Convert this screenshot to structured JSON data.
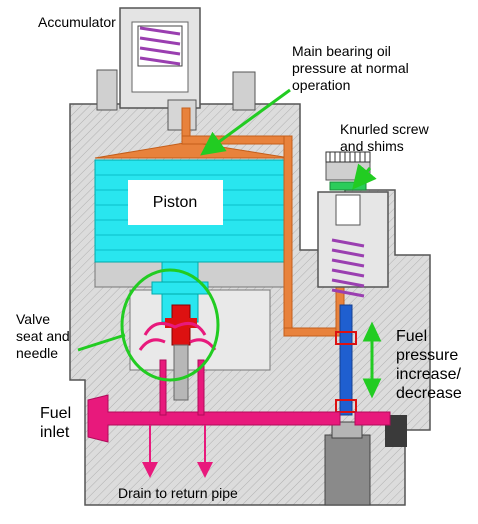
{
  "labels": {
    "accumulator": "Accumulator",
    "main_bearing": "Main bearing oil\npressure at normal\noperation",
    "knurled": "Knurled screw\nand shims",
    "piston": "Piston",
    "valve_seat": "Valve\nseat and\nneedle",
    "fuel_pressure": "Fuel\npressure\nincrease/\ndecrease",
    "fuel_inlet": "Fuel\ninlet",
    "drain": "Drain to return pipe"
  },
  "colors": {
    "oil": "#e8823c",
    "piston": "#29e6ef",
    "fuel": "#e8197c",
    "spring": "#9a3fb0",
    "pointer": "#22cc22",
    "plunger": "#1f5fd0",
    "needle": "#dd1111"
  }
}
